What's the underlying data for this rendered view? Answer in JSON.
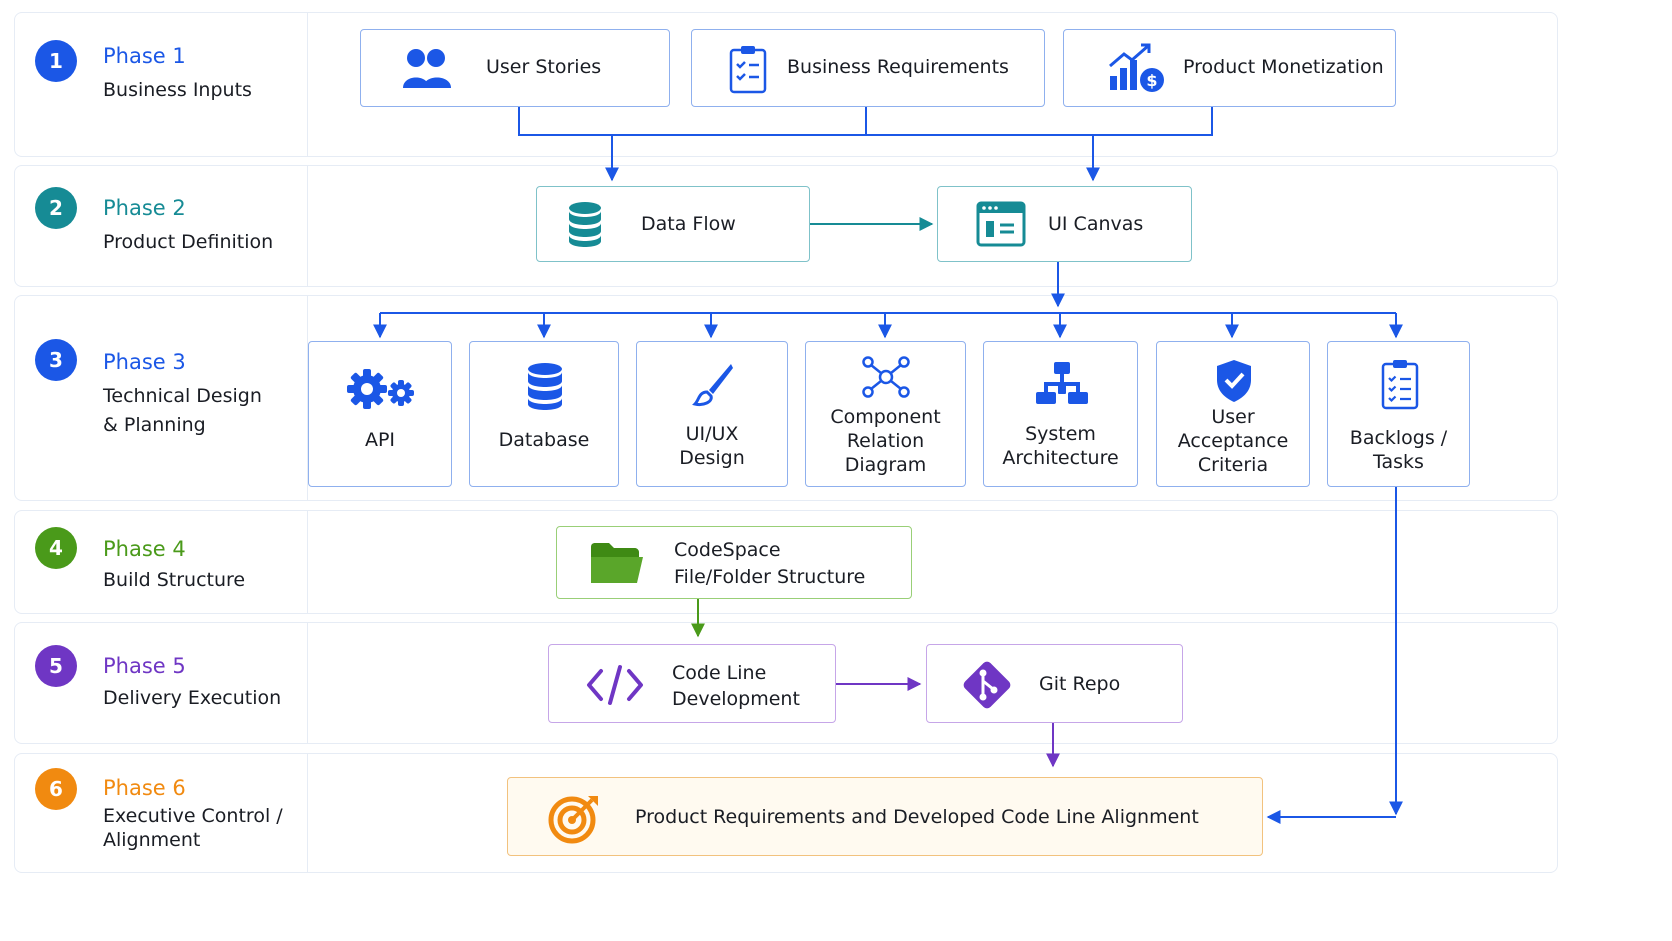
{
  "colors": {
    "blue": "#1b57e6",
    "teal": "#168b95",
    "green": "#4a9a1a",
    "purple": "#6f36c4",
    "orange": "#f18a10",
    "blue_border": "#8fb0ee",
    "teal_border": "#7fc2c9",
    "green_border": "#99cf77",
    "purple_border": "#c6a6e8",
    "orange_border": "#f2c27e",
    "orange_fill": "#fffaf0"
  },
  "phases": [
    {
      "number": "1",
      "title": "Phase 1",
      "subtitle": "Business Inputs"
    },
    {
      "number": "2",
      "title": "Phase 2",
      "subtitle": "Product Definition"
    },
    {
      "number": "3",
      "title": "Phase 3",
      "subtitle": "Technical Design\n& Planning"
    },
    {
      "number": "4",
      "title": "Phase 4",
      "subtitle": "Build Structure"
    },
    {
      "number": "5",
      "title": "Phase 5",
      "subtitle": "Delivery Execution"
    },
    {
      "number": "6",
      "title": "Phase 6",
      "subtitle": "Executive Control /\nAlignment"
    }
  ],
  "phase1": {
    "user_stories": {
      "label": "User Stories",
      "icon": "users-icon"
    },
    "business_requirements": {
      "label": "Business Requirements",
      "icon": "clipboard-checklist-icon"
    },
    "product_monetization": {
      "label": "Product Monetization",
      "icon": "chart-dollar-icon"
    }
  },
  "phase2": {
    "data_flow": {
      "label": "Data Flow",
      "icon": "database-icon"
    },
    "ui_canvas": {
      "label": "UI Canvas",
      "icon": "browser-window-icon"
    }
  },
  "phase3": [
    {
      "label": "API",
      "icon": "gears-icon"
    },
    {
      "label": "Database",
      "icon": "database-icon"
    },
    {
      "label": "UI/UX\nDesign",
      "icon": "paintbrush-icon"
    },
    {
      "label": "Component\nRelation\nDiagram",
      "icon": "network-nodes-icon"
    },
    {
      "label": "System\nArchitecture",
      "icon": "hierarchy-icon"
    },
    {
      "label": "User\nAcceptance\nCriteria",
      "icon": "shield-check-icon"
    },
    {
      "label": "Backlogs /\nTasks",
      "icon": "checklist-icon"
    }
  ],
  "phase4": {
    "codespace": {
      "line1": "CodeSpace",
      "line2": "File/Folder Structure",
      "icon": "folder-icon"
    }
  },
  "phase5": {
    "code_line": {
      "line1": "Code Line",
      "line2": "Development",
      "icon": "code-icon"
    },
    "git_repo": {
      "label": "Git Repo",
      "icon": "git-icon"
    }
  },
  "phase6": {
    "alignment": {
      "label": "Product Requirements and Developed Code Line Alignment",
      "icon": "target-icon"
    }
  }
}
